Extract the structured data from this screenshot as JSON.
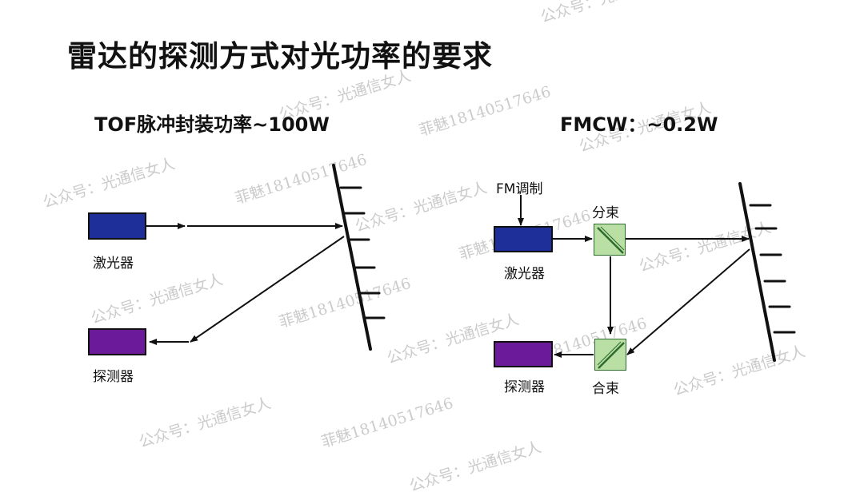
{
  "title": "雷达的探测方式对光功率的要求",
  "tof": {
    "heading": "TOF脉冲封装功率~100W",
    "laser_label": "激光器",
    "detector_label": "探测器"
  },
  "fmcw": {
    "heading": "FMCW：~0.2W",
    "modulation_label": "FM调制",
    "laser_label": "激光器",
    "detector_label": "探测器",
    "split_label": "分束",
    "combine_label": "合束"
  },
  "colors": {
    "laser": "#1f2f9a",
    "detector": "#6b1b9a",
    "splitter": "#b9dfa4"
  },
  "watermarks": [
    "公众号：光通信女人",
    "菲魅18140517646",
    "公众号：光通信女人",
    "菲魅18140517646",
    "公众号：光通信女人",
    "公众号：光通信女人",
    "菲魅18140517646",
    "公众号：光通信女人",
    "菲魅18140517646",
    "公众号：光通信女人",
    "菲魅18140517646",
    "公众号：光通信女人",
    "公众号：光通信女人",
    "公众号：光通信女人",
    "菲魅18140517646",
    "公众号：光通信女人",
    "公众号：光通信女人"
  ]
}
